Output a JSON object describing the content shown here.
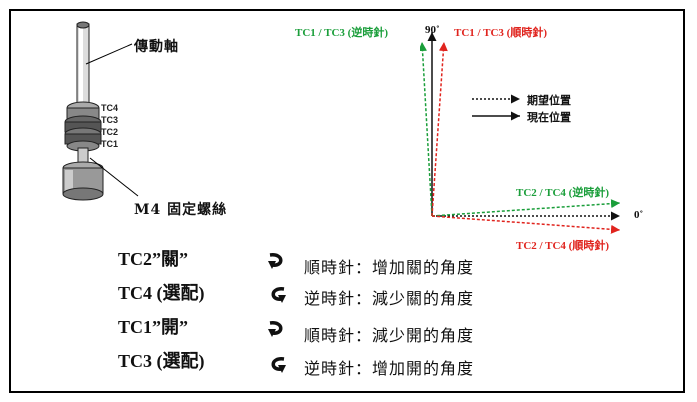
{
  "shaft": {
    "drive_label": "傳動軸",
    "screw_label": "M4 固定螺絲",
    "tc_labels": [
      "TC4",
      "TC3",
      "TC2",
      "TC1"
    ]
  },
  "axes": {
    "zero": "0˚",
    "ninety": "90˚",
    "tc13_ccw": "TC1 / TC3 (逆時針)",
    "tc13_cw": "TC1 / TC3 (順時針)",
    "tc24_ccw": "TC2 / TC4 (逆時針)",
    "tc24_cw": "TC2 / TC4 (順時針)"
  },
  "legend": {
    "expected": "期望位置",
    "current": "現在位置"
  },
  "rules": [
    {
      "label": "TC2”關”",
      "desc": "順時針：增加關的角度",
      "dir": "cw"
    },
    {
      "label": "TC4 (選配)",
      "desc": "逆時針：減少關的角度",
      "dir": "ccw"
    },
    {
      "label": "TC1”開”",
      "desc": "順時針：減少開的角度",
      "dir": "cw"
    },
    {
      "label": "TC3 (選配)",
      "desc": "逆時針：增加開的角度",
      "dir": "ccw"
    }
  ],
  "colors": {
    "green": "#1a9e3a",
    "red": "#e0241e",
    "black": "#111111"
  }
}
